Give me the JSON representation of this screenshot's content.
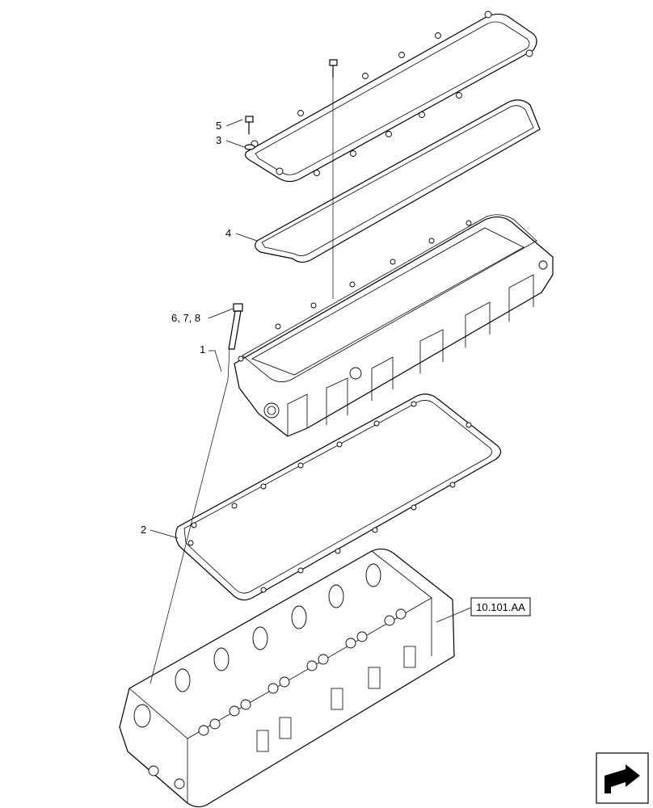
{
  "callouts": {
    "c1": "1",
    "c2": "2",
    "c3": "3",
    "c4": "4",
    "c5": "5",
    "c678": "6, 7, 8"
  },
  "reference": {
    "label": "10.101.AA"
  },
  "icons": {
    "nav": "arrow-corner-icon"
  }
}
